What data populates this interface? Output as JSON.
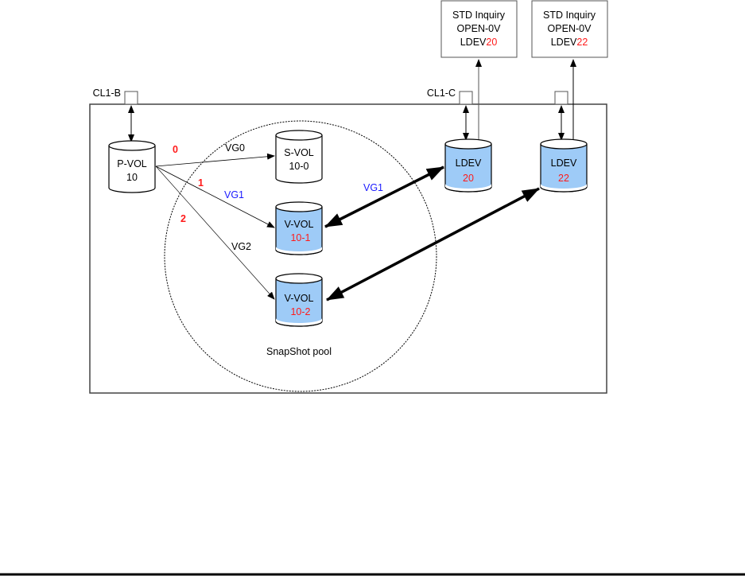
{
  "diagram": {
    "colors": {
      "line": "#000000",
      "port_border": "#555555",
      "volume_fill_virtual": "#9ecbf7",
      "volume_fill_plain": "#ffffff",
      "accent_red": "#ff1a1a",
      "accent_blue": "#1a1aff"
    },
    "inquiry_boxes": [
      {
        "line1": "STD Inquiry",
        "line2": "OPEN-0V",
        "line3_prefix": "LDEV",
        "line3_value": "20"
      },
      {
        "line1": "STD Inquiry",
        "line2": "OPEN-0V",
        "line3_prefix": "LDEV",
        "line3_value": "22"
      }
    ],
    "ports": [
      {
        "label": "CL1-B"
      },
      {
        "label": "CL1-C"
      },
      {
        "label": ""
      }
    ],
    "volumes": {
      "pvol": {
        "name": "P-VOL",
        "id": "10"
      },
      "svol": {
        "name": "S-VOL",
        "id": "10-0"
      },
      "vvol1": {
        "name": "V-VOL",
        "id": "10-1"
      },
      "vvol2": {
        "name": "V-VOL",
        "id": "10-2"
      },
      "ldev20": {
        "name": "LDEV",
        "id": "20"
      },
      "ldev22": {
        "name": "LDEV",
        "id": "22"
      }
    },
    "links": {
      "gen0": {
        "number": "0",
        "group": "VG0"
      },
      "gen1": {
        "number": "1",
        "group": "VG1"
      },
      "gen2": {
        "number": "2",
        "group": "VG2"
      },
      "mapping_vg1": "VG1"
    },
    "pool_label": "SnapShot pool"
  }
}
